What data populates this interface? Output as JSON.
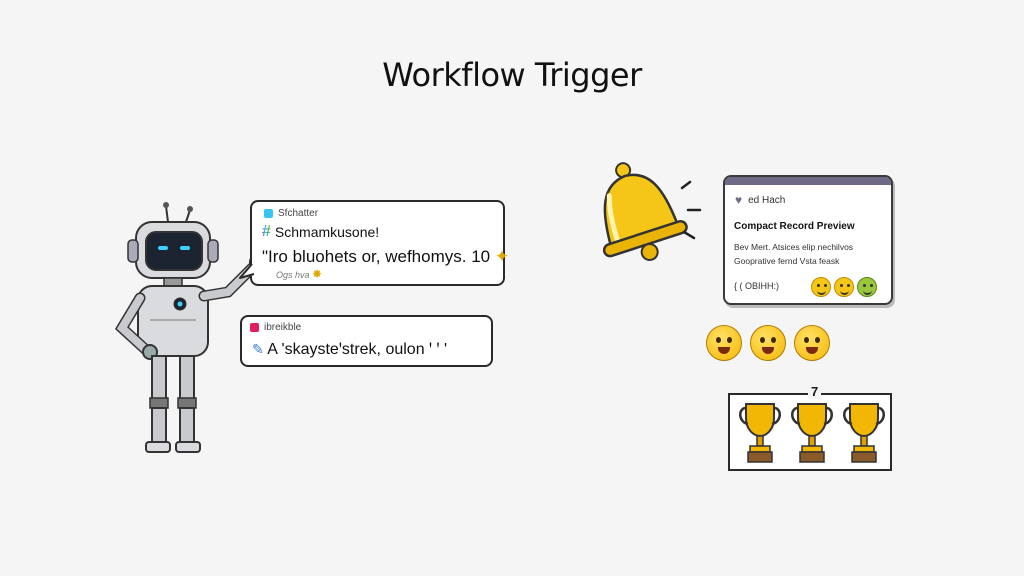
{
  "title": "Workflow Trigger",
  "bubble1": {
    "app_name": "Sfchatter",
    "channel": "Schmamkusone!",
    "message": "\"Iro bluohets or, wefhomys. 10",
    "sub": "Ogs hva"
  },
  "bubble2": {
    "app_name": "ibreikble",
    "message": "A 'skaysteꞌstrek, oulon ꞌ ꞌ '"
  },
  "record_card": {
    "header": "ed Hach",
    "title": "Compact Record Preview",
    "line1": "Bev Mert. Atsices elip nechilvos",
    "line2": "Gooprative fernd Vsta feask",
    "footer": "{ ( OBIHH:)"
  },
  "trophy_label": "7",
  "colors": {
    "bell": "#f5c518",
    "card_header": "#6e6a86",
    "trophy": "#f2b705"
  },
  "icons": {
    "robot": "robot-icon",
    "bell": "bell-icon",
    "trophy": "trophy-icon",
    "emoji": "emoji-icon"
  }
}
